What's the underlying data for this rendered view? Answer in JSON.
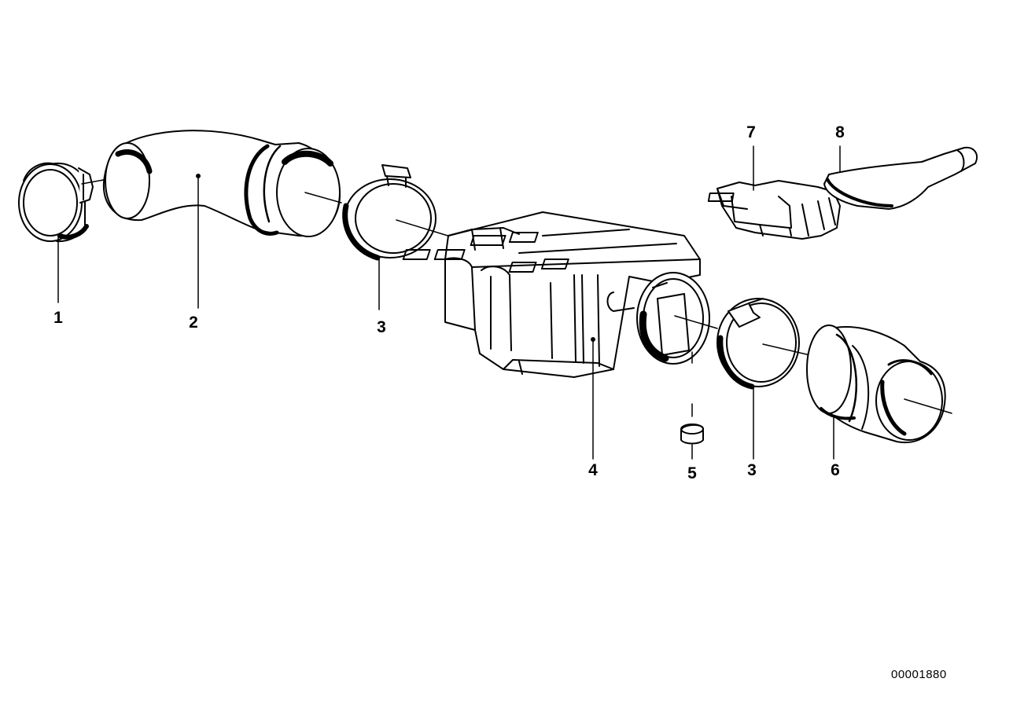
{
  "diagram": {
    "callouts": {
      "c1": "1",
      "c2": "2",
      "c3a": "3",
      "c4": "4",
      "c5": "5",
      "c3b": "3",
      "c6": "6",
      "c7": "7",
      "c8": "8"
    },
    "reference_number": "00001880",
    "colors": {
      "line": "#000000",
      "fill": "#ffffff",
      "shade": "#000000"
    }
  }
}
